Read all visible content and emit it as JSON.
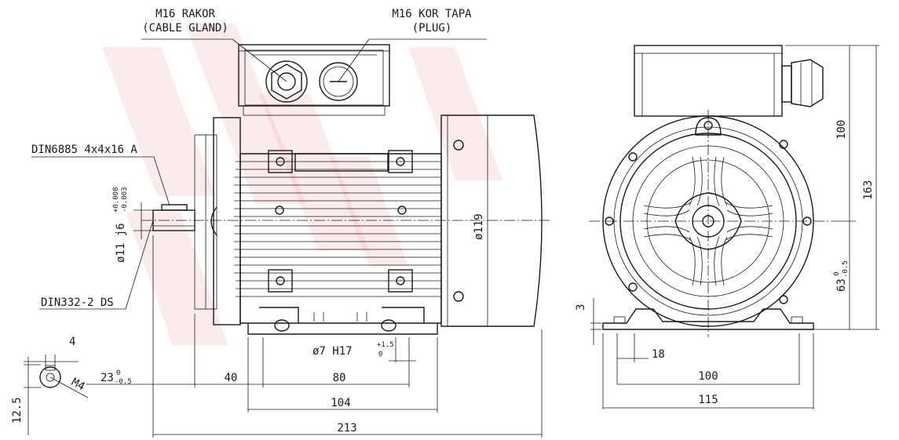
{
  "colors": {
    "line": "#1a1a1a",
    "watermark": "#e23838",
    "background": "#ffffff"
  },
  "callouts": {
    "cable_gland_1": "M16 RAKOR",
    "cable_gland_2": "(CABLE GLAND)",
    "plug_1": "M16 KOR TAPA",
    "plug_2": "(PLUG)",
    "key": "DIN6885 4x4x16 A",
    "center_hole": "DIN332-2 DS"
  },
  "side_view": {
    "shaft_diameter": "ø11 j6",
    "shaft_tol_upper": "+0.008",
    "shaft_tol_lower": "-0.003",
    "fan_diameter": "ø119",
    "hole": "ø7 H17",
    "hole_tol_upper": "+1.5",
    "hole_tol_lower": "0",
    "dim_40": "40",
    "dim_80": "80",
    "dim_104": "104",
    "dim_213": "213",
    "shaft_length": "23",
    "shaft_length_tol_upper": "0",
    "shaft_length_tol_lower": "-0.5"
  },
  "shaft_end": {
    "key_width": "4",
    "thread": "M4",
    "height": "12.5"
  },
  "front_view": {
    "dim_100_vertical": "100",
    "dim_163": "163",
    "shaft_height": "63",
    "shaft_height_tol_upper": "0",
    "shaft_height_tol_lower": "-0.5",
    "foot_thickness": "3",
    "dim_18": "18",
    "dim_100": "100",
    "dim_115": "115"
  }
}
